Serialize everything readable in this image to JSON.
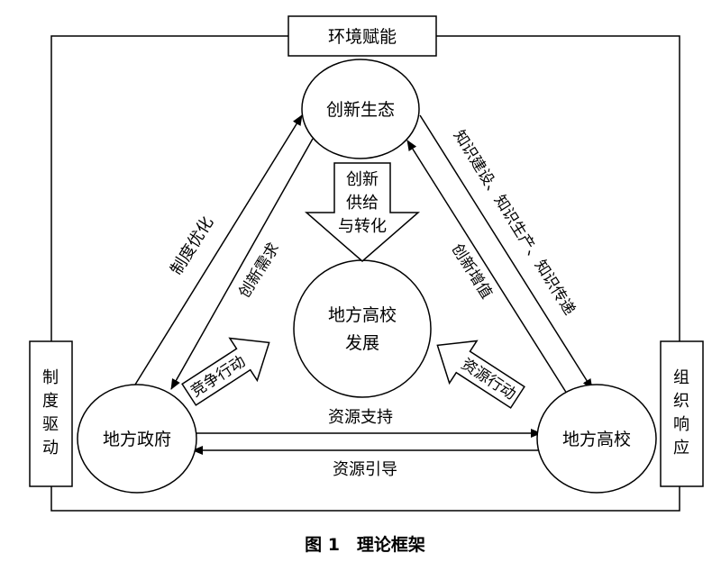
{
  "nodes": {
    "ecosystem": "创新生态",
    "government": "地方政府",
    "universities": "地方高校",
    "center_line1": "地方高校",
    "center_line2": "发展"
  },
  "frame": {
    "top": "环境赋能",
    "left": [
      "制",
      "度",
      "驱",
      "动"
    ],
    "right": [
      "组",
      "织",
      "响",
      "应"
    ]
  },
  "edges": {
    "institutional_optimization": "制度优化",
    "innovation_demand": "创新需求",
    "knowledge_construction": "知识建设、知识生产、知识传递",
    "innovation_value_added": "创新增值",
    "resource_support": "资源支持",
    "resource_guidance": "资源引导"
  },
  "block_arrows": {
    "supply_line1": "创新",
    "supply_line2": "供给",
    "supply_line3": "与转化",
    "competitive_action": "竞争行动",
    "resource_action": "资源行动"
  },
  "caption": "图 1　理论框架"
}
